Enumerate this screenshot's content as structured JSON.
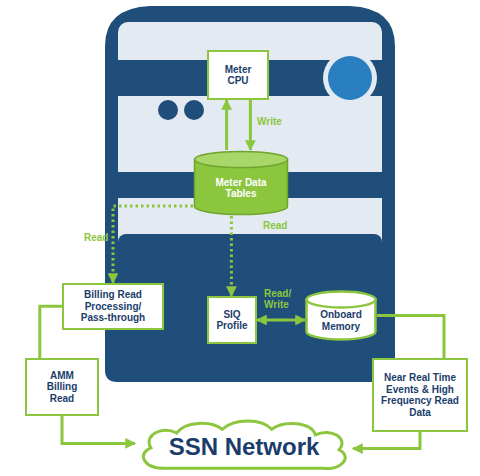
{
  "diagram": {
    "nodes": [
      {
        "text": [
          "Meter CPU"
        ]
      },
      {
        "text": [
          "Meter Data Tables"
        ]
      },
      {
        "text": [
          "Billing Read Processing/ Pass-through"
        ]
      },
      {
        "text": [
          "SIQ Profile"
        ]
      },
      {
        "text": [
          "Onboard Memory"
        ]
      },
      {
        "text": [
          "AMM Billing Read"
        ]
      },
      {
        "text": [
          "Near Real Time Events & High Frequency Read Data"
        ]
      },
      {
        "text": [
          "SSN Network"
        ]
      }
    ],
    "edges": [
      {
        "from": 1,
        "to": 0,
        "arrow": "to"
      },
      {
        "from": 0,
        "to": 1,
        "label": "Write",
        "arrow": "to"
      },
      {
        "from": 1,
        "to": 2,
        "label": "Read",
        "arrow": "to"
      },
      {
        "from": 1,
        "to": 3,
        "label": "Read",
        "arrow": "to"
      },
      {
        "from": 3,
        "to": 4,
        "label": "Read/ Write",
        "arrow": "both"
      },
      {
        "from": 2,
        "to": 5,
        "arrow": "none"
      },
      {
        "from": 5,
        "to": 7,
        "arrow": "to"
      },
      {
        "from": 4,
        "to": 6,
        "arrow": "none"
      },
      {
        "from": 6,
        "to": 7,
        "arrow": "to"
      }
    ]
  }
}
